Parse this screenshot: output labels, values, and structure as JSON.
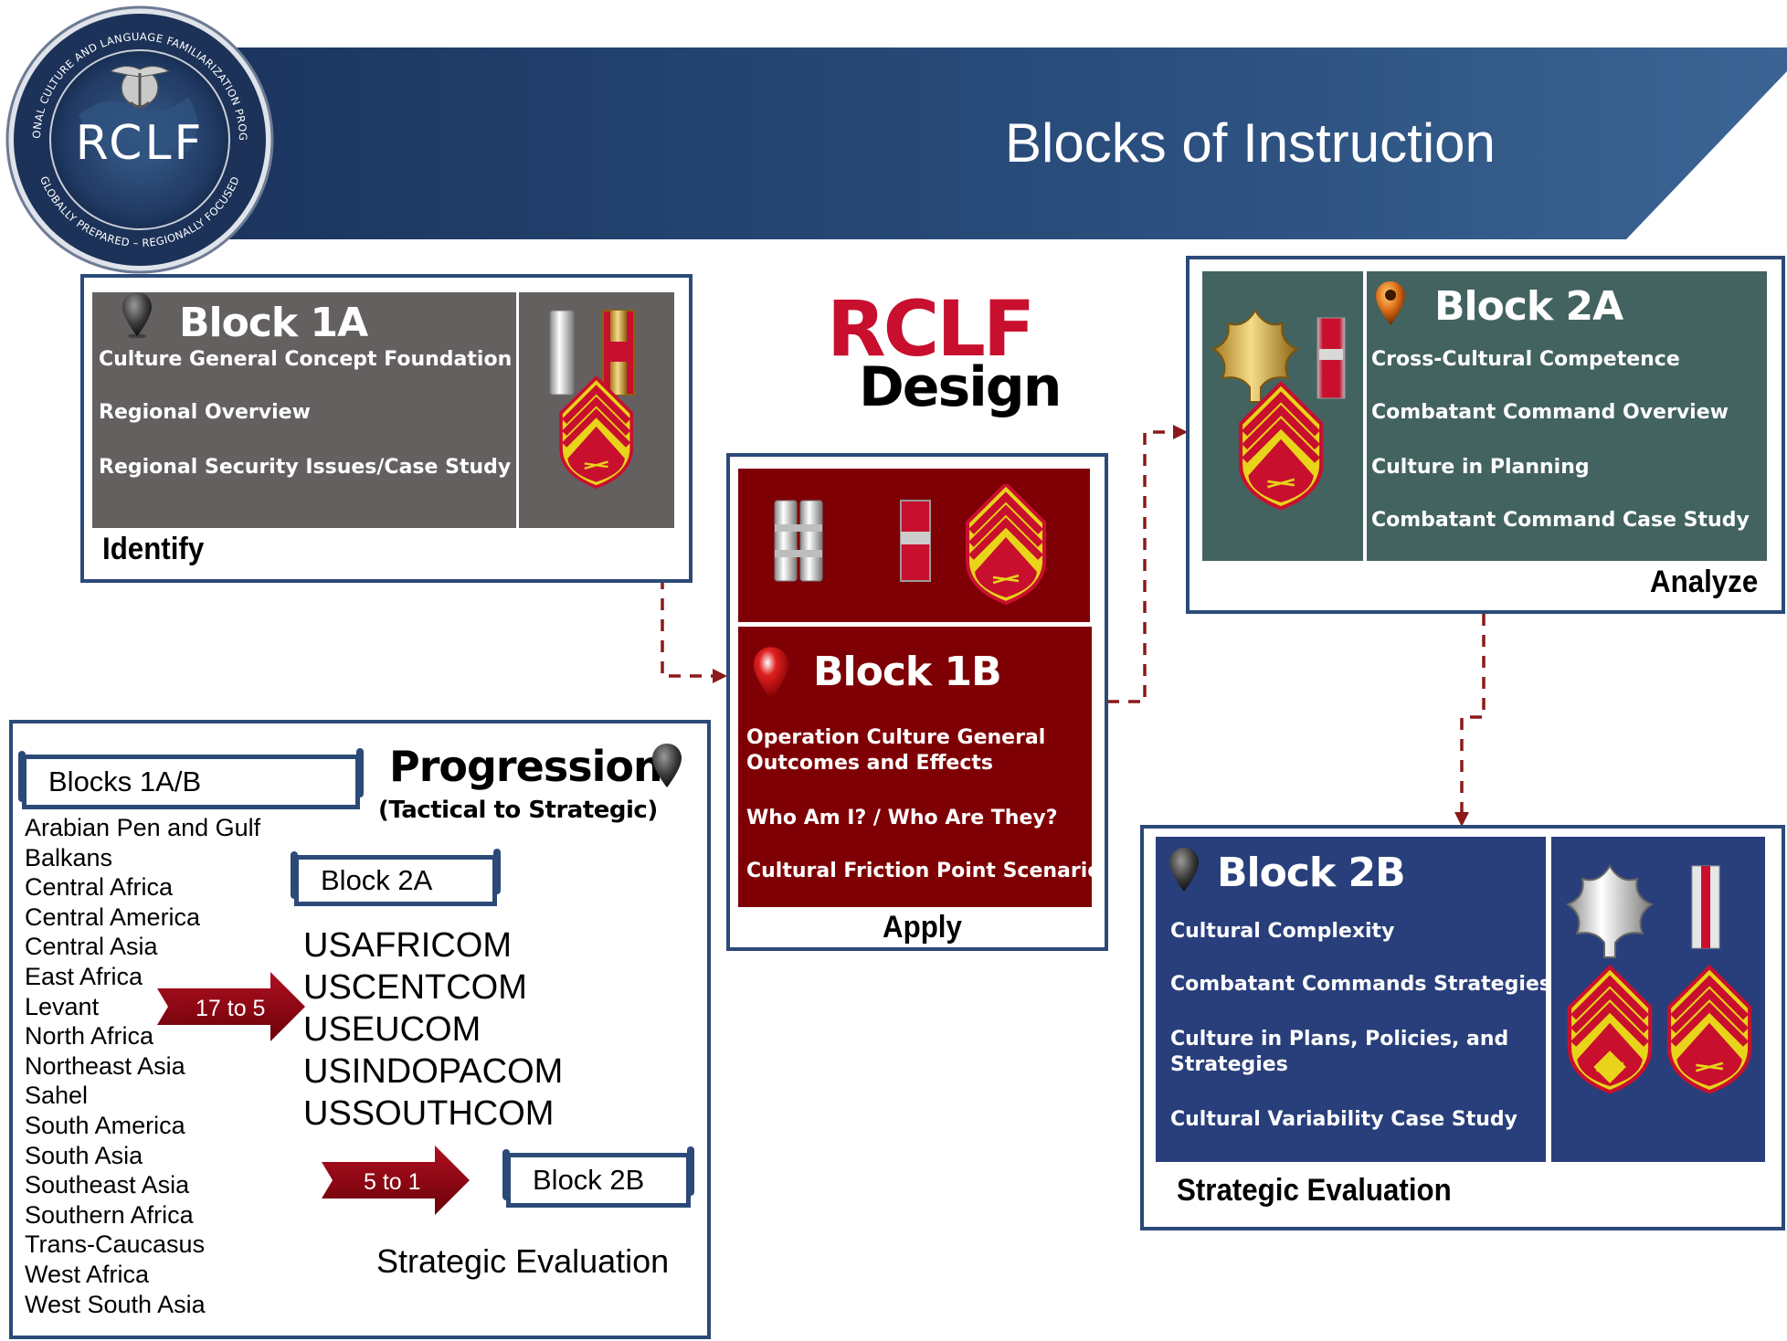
{
  "header": {
    "title": "Blocks of Instruction",
    "logo": {
      "acronym": "RCLF",
      "ring_text_top": "REGIONAL CULTURE AND LANGUAGE FAMILIARIZATION PROGRAM",
      "ring_text_bottom": "GLOBALLY PREPARED – REGIONALLY FOCUSED"
    }
  },
  "design": {
    "line1": "RCLF",
    "line2": "Design"
  },
  "block1a": {
    "title": "Block 1A",
    "items": [
      "Culture General Concept Foundation",
      "Regional Overview",
      "Regional Security Issues/Case Study"
    ],
    "stage": "Identify"
  },
  "block1b": {
    "title": "Block 1B",
    "items": [
      "Operation Culture General Outcomes and Effects",
      "Who Am I? / Who Are They?",
      "Cultural Friction Point Scenario"
    ],
    "stage": "Apply"
  },
  "block2a": {
    "title": "Block 2A",
    "items": [
      "Cross-Cultural Competence",
      "Combatant Command Overview",
      "Culture in Planning",
      "Combatant Command Case Study"
    ],
    "stage": "Analyze"
  },
  "block2b": {
    "title": "Block 2B",
    "items": [
      "Cultural Complexity",
      "Combatant Commands Strategies",
      "Culture in Plans, Policies, and Strategies",
      "Cultural Variability Case Study"
    ],
    "stage": "Strategic Evaluation"
  },
  "progression": {
    "title": "Progression",
    "subtitle": "(Tactical to Strategic)",
    "blocks_1ab_label": "Blocks 1A/B",
    "regions": [
      "Arabian Pen and Gulf",
      "Balkans",
      "Central Africa",
      "Central America",
      "Central Asia",
      "East Africa",
      "Levant",
      "North Africa",
      "Northeast Asia",
      "Sahel",
      "South America",
      "South Asia",
      "Southeast Asia",
      "Southern Africa",
      "Trans-Caucasus",
      "West Africa",
      "West South Asia"
    ],
    "arrow1_label": "17 to 5",
    "block_2a_label": "Block 2A",
    "commands": [
      "USAFRICOM",
      "USCENTCOM",
      "USEUCOM",
      "USINDOPACOM",
      "USSOUTHCOM"
    ],
    "arrow2_label": "5 to 1",
    "block_2b_label": "Block 2B",
    "final_label": "Strategic Evaluation"
  },
  "colors": {
    "banner": "#2b4f7e",
    "block1a_bg": "#646060",
    "block1b_bg": "#7f0004",
    "block2a_bg": "#436360",
    "block2b_bg": "#293f7b",
    "frame": "#2b4a78",
    "accent_red": "#c8102e",
    "connector": "#8b0000"
  },
  "icons": [
    "location-pin-icon",
    "second-lieutenant-bar-icon",
    "captain-bars-icon",
    "major-oak-leaf-icon",
    "lieutenant-colonel-oak-leaf-icon",
    "sergeant-chevron-icon",
    "officer-stripe-icon"
  ]
}
